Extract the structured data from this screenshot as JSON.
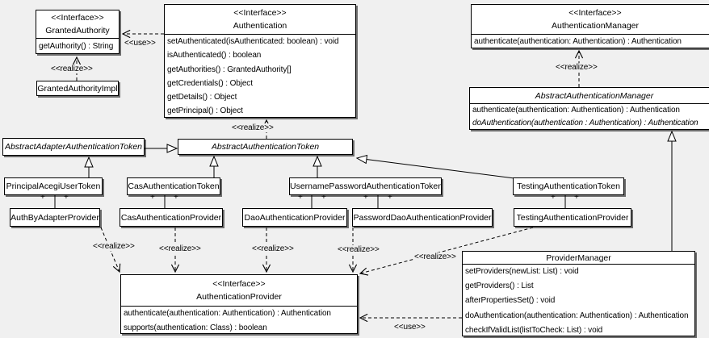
{
  "diagram_type": "uml-class-diagram",
  "colors": {
    "background": "#f0f0f0",
    "box_fill": "#ffffff",
    "line": "#000000"
  },
  "labels": {
    "use": "<<use>>",
    "realize": "<<realize>>",
    "plus": "+",
    "interface_stereotype": "<<Interface>>"
  },
  "classes": {
    "granted_authority": {
      "stereotype": "<<Interface>>",
      "name": "GrantedAuthority",
      "methods": [
        "getAuthority() : String"
      ]
    },
    "authentication": {
      "stereotype": "<<Interface>>",
      "name": "Authentication",
      "methods": [
        "setAuthenticated(isAuthenticated: boolean) : void",
        "isAuthenticated() : boolean",
        "getAuthorities() : GrantedAuthority[]",
        "getCredentials() : Object",
        "getDetails() : Object",
        "getPrincipal() : Object"
      ]
    },
    "granted_authority_impl": {
      "name": "GrantedAuthorityImpl"
    },
    "authentication_manager": {
      "stereotype": "<<Interface>>",
      "name": "AuthenticationManager",
      "methods": [
        "authenticate(authentication: Authentication) : Authentication"
      ]
    },
    "abstract_authentication_manager": {
      "name": "AbstractAuthenticationManager",
      "abstract": true,
      "methods": [
        "authenticate(authentication: Authentication) : Authentication",
        "doAuthentication(authentication : Authentication) : Authentication"
      ]
    },
    "abstract_adapter_authentication_token": {
      "name": "AbstractAdapterAuthenticationToken",
      "abstract": true
    },
    "abstract_authentication_token": {
      "name": "AbstractAuthenticationToken",
      "abstract": true
    },
    "principal_acegi_user_token": {
      "name": "PrincipalAcegiUserToken"
    },
    "cas_authentication_token": {
      "name": "CasAuthenticationToken"
    },
    "username_password_authentication_token": {
      "name": "UsernamePasswordAuthenticationToken"
    },
    "testing_authentication_token": {
      "name": "TestingAuthenticationToken"
    },
    "auth_by_adapter_provider": {
      "name": "AuthByAdapterProvider"
    },
    "cas_authentication_provider": {
      "name": "CasAuthenticationProvider"
    },
    "dao_authentication_provider": {
      "name": "DaoAuthenticationProvider"
    },
    "password_dao_authentication_provider": {
      "name": "PasswordDaoAuthenticationProvider"
    },
    "testing_authentication_provider": {
      "name": "TestingAuthenticationProvider"
    },
    "authentication_provider": {
      "stereotype": "<<Interface>>",
      "name": "AuthenticationProvider",
      "methods": [
        "authenticate(authentication: Authentication) : Authentication",
        "supports(authentication: Class) : boolean"
      ]
    },
    "provider_manager": {
      "name": "ProviderManager",
      "methods": [
        "setProviders(newList: List) : void",
        "getProviders() : List",
        "afterPropertiesSet() : void",
        "doAuthentication(authentication: Authentication) : Authentication",
        "checkIfValidList(listToCheck: List) : void"
      ]
    }
  },
  "relationships": [
    {
      "from": "Authentication",
      "to": "GrantedAuthority",
      "type": "use"
    },
    {
      "from": "GrantedAuthorityImpl",
      "to": "GrantedAuthority",
      "type": "realize"
    },
    {
      "from": "AbstractAuthenticationToken",
      "to": "Authentication",
      "type": "realize"
    },
    {
      "from": "AbstractAuthenticationManager",
      "to": "AuthenticationManager",
      "type": "realize"
    },
    {
      "from": "AbstractAdapterAuthenticationToken",
      "to": "AbstractAuthenticationToken",
      "type": "generalization"
    },
    {
      "from": "PrincipalAcegiUserToken",
      "to": "AbstractAdapterAuthenticationToken",
      "type": "generalization"
    },
    {
      "from": "CasAuthenticationToken",
      "to": "AbstractAuthenticationToken",
      "type": "generalization"
    },
    {
      "from": "UsernamePasswordAuthenticationToken",
      "to": "AbstractAuthenticationToken",
      "type": "generalization"
    },
    {
      "from": "TestingAuthenticationToken",
      "to": "AbstractAuthenticationToken",
      "type": "generalization"
    },
    {
      "from": "ProviderManager",
      "to": "AbstractAuthenticationManager",
      "type": "generalization"
    },
    {
      "from": "PrincipalAcegiUserToken",
      "to": "AuthByAdapterProvider",
      "type": "association"
    },
    {
      "from": "CasAuthenticationToken",
      "to": "CasAuthenticationProvider",
      "type": "association"
    },
    {
      "from": "UsernamePasswordAuthenticationToken",
      "to": "DaoAuthenticationProvider",
      "type": "association"
    },
    {
      "from": "UsernamePasswordAuthenticationToken",
      "to": "PasswordDaoAuthenticationProvider",
      "type": "association"
    },
    {
      "from": "TestingAuthenticationToken",
      "to": "TestingAuthenticationProvider",
      "type": "association"
    },
    {
      "from": "AuthByAdapterProvider",
      "to": "AuthenticationProvider",
      "type": "realize"
    },
    {
      "from": "CasAuthenticationProvider",
      "to": "AuthenticationProvider",
      "type": "realize"
    },
    {
      "from": "DaoAuthenticationProvider",
      "to": "AuthenticationProvider",
      "type": "realize"
    },
    {
      "from": "PasswordDaoAuthenticationProvider",
      "to": "AuthenticationProvider",
      "type": "realize"
    },
    {
      "from": "TestingAuthenticationProvider",
      "to": "AuthenticationProvider",
      "type": "realize"
    },
    {
      "from": "ProviderManager",
      "to": "AuthenticationProvider",
      "type": "use"
    }
  ]
}
